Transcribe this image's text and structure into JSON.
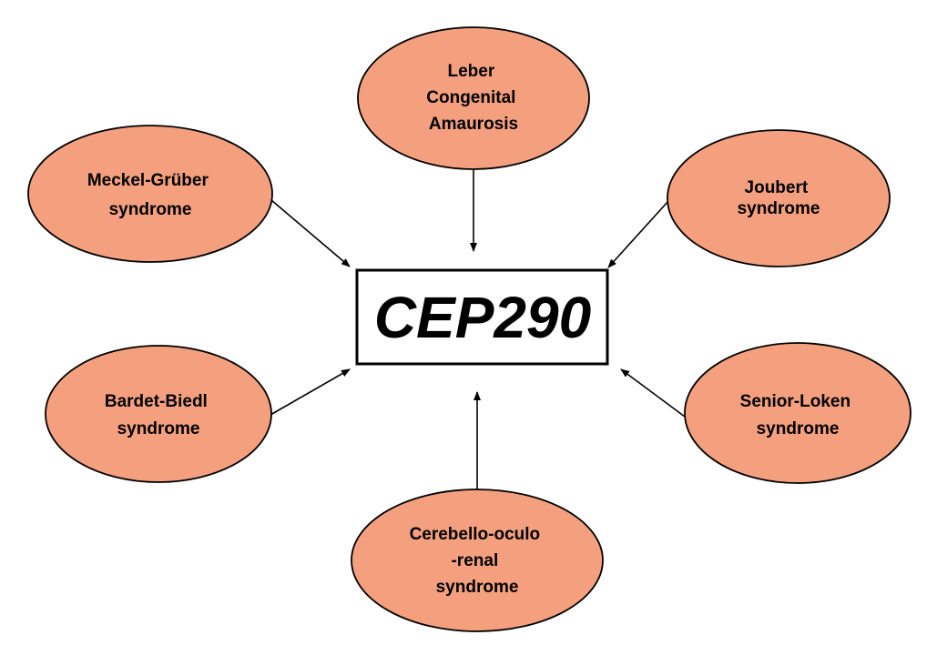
{
  "center": {
    "label": "CEP290"
  },
  "colors": {
    "node_fill": "#F4A07E",
    "stroke": "#000000",
    "center_fill": "#ffffff"
  },
  "nodes": [
    {
      "id": "lca",
      "lines": [
        "Leber",
        "Congenital",
        "Amaurosis"
      ]
    },
    {
      "id": "meckel",
      "lines": [
        "Meckel-Grüber",
        "syndrome"
      ]
    },
    {
      "id": "joubert",
      "lines": [
        "Joubert",
        "syndrome"
      ]
    },
    {
      "id": "bardet",
      "lines": [
        "Bardet-Biedl",
        "syndrome"
      ]
    },
    {
      "id": "senior",
      "lines": [
        "Senior-Loken",
        "syndrome"
      ]
    },
    {
      "id": "coach",
      "lines": [
        "Cerebello-oculo",
        "-renal",
        "syndrome"
      ]
    }
  ]
}
